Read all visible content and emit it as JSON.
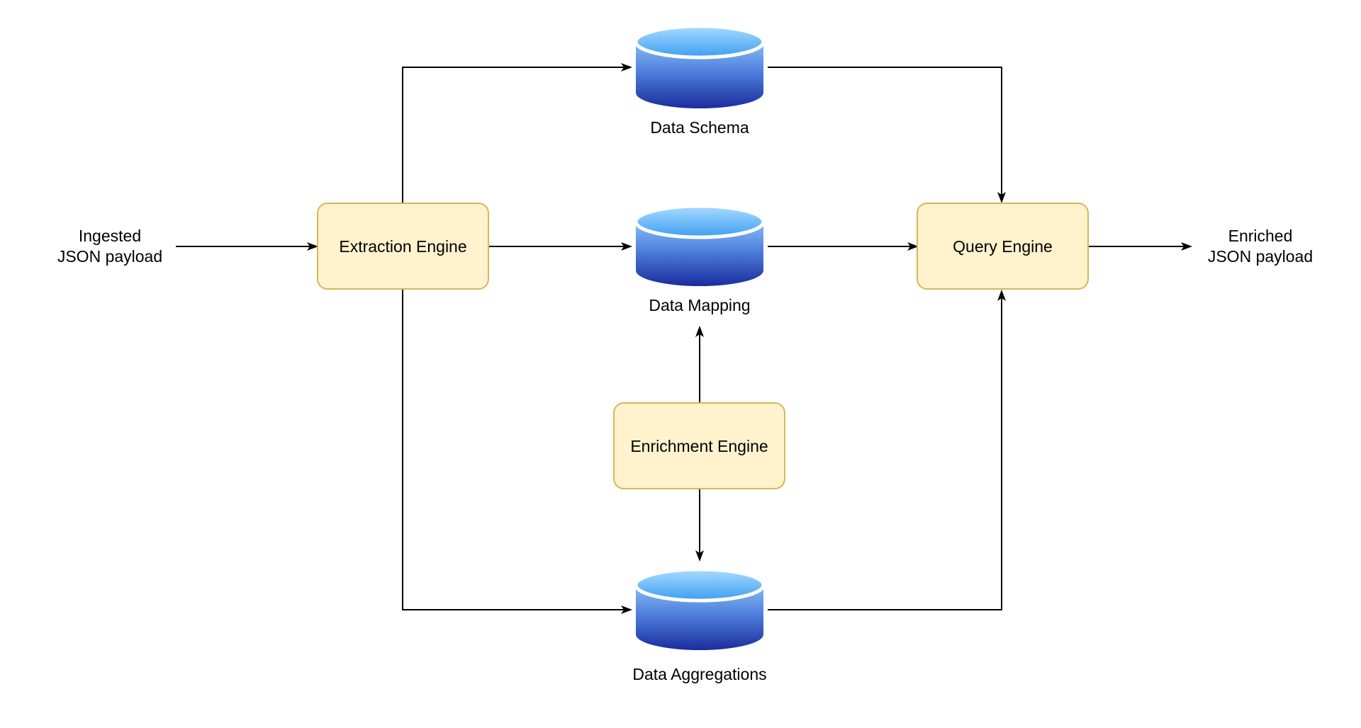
{
  "colors": {
    "box_fill": "#fff2cc",
    "box_stroke": "#d6b656",
    "db_top_light": "#9fd6ff",
    "db_top_dark": "#3a9cf2",
    "db_body_light": "#7db6f5",
    "db_body_dark": "#1a2fa0",
    "edge": "#000000"
  },
  "labels": {
    "ingested": [
      "Ingested",
      "JSON payload"
    ],
    "enriched": [
      "Enriched",
      "JSON payload"
    ]
  },
  "processes": {
    "extraction": "Extraction Engine",
    "query": "Query Engine",
    "enrichment": "Enrichment Engine"
  },
  "stores": {
    "schema": "Data Schema",
    "mapping": "Data Mapping",
    "aggregations": "Data Aggregations"
  },
  "connections": [
    {
      "from": "ingested",
      "to": "extraction"
    },
    {
      "from": "extraction",
      "to": "schema"
    },
    {
      "from": "extraction",
      "to": "mapping"
    },
    {
      "from": "extraction",
      "to": "aggregations"
    },
    {
      "from": "schema",
      "to": "query"
    },
    {
      "from": "mapping",
      "to": "query"
    },
    {
      "from": "aggregations",
      "to": "query"
    },
    {
      "from": "enrichment",
      "to": "mapping"
    },
    {
      "from": "enrichment",
      "to": "aggregations"
    },
    {
      "from": "query",
      "to": "enriched"
    }
  ]
}
